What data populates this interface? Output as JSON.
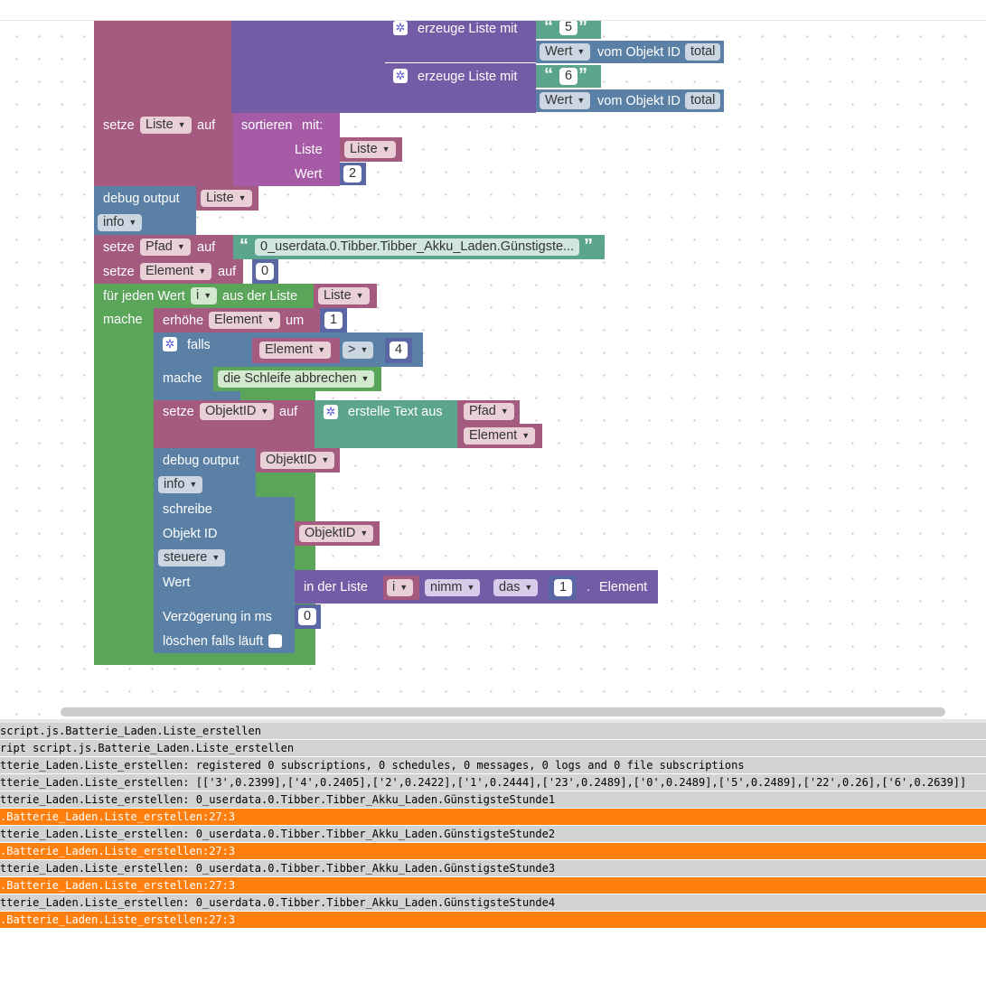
{
  "blocks": {
    "top": {
      "create1": "erzeuge Liste mit",
      "str5": "5",
      "wert1": "Wert",
      "vom1": "vom Objekt ID",
      "total1": "total",
      "create2": "erzeuge Liste mit",
      "str6": "6",
      "wert2": "Wert",
      "vom2": "vom Objekt ID",
      "total2": "total"
    },
    "set_list": {
      "setze": "setze",
      "var": "Liste",
      "auf": "auf",
      "sort": "sortieren",
      "mit": "mit:",
      "liste_label": "Liste",
      "liste_var": "Liste",
      "wert_label": "Wert",
      "wert_num": "2"
    },
    "debug1": {
      "label": "debug output",
      "var": "Liste",
      "level": "info"
    },
    "set_pfad": {
      "setze": "setze",
      "var": "Pfad",
      "auf": "auf",
      "text": "0_userdata.0.Tibber.Tibber_Akku_Laden.Günstigste..."
    },
    "set_element": {
      "setze": "setze",
      "var": "Element",
      "auf": "auf",
      "num": "0"
    },
    "foreach": {
      "label": "für jeden Wert",
      "var": "i",
      "aus": "aus der Liste",
      "list": "Liste",
      "mache": "mache"
    },
    "increment": {
      "label": "erhöhe",
      "var": "Element",
      "um": "um",
      "num": "1"
    },
    "if": {
      "falls": "falls",
      "var": "Element",
      "op": ">",
      "num": "4",
      "mache": "mache",
      "break": "die Schleife abbrechen"
    },
    "set_objekt": {
      "setze": "setze",
      "var": "ObjektID",
      "auf": "auf",
      "join": "erstelle Text aus",
      "item1": "Pfad",
      "item2": "Element"
    },
    "debug2": {
      "label": "debug output",
      "var": "ObjektID",
      "level": "info"
    },
    "write": {
      "schreibe": "schreibe",
      "objid_label": "Objekt ID",
      "objid_var": "ObjektID",
      "mode": "steuere",
      "wert_label": "Wert",
      "inlist": "in der Liste",
      "i": "i",
      "nimm": "nimm",
      "das": "das",
      "idx": "1",
      "dot": ".",
      "element": "Element",
      "delay_label": "Verzögerung in ms",
      "delay": "0",
      "clear_label": "löschen falls läuft"
    }
  },
  "log": [
    {
      "text": "script.js.Batterie_Laden.Liste_erstellen",
      "type": "info"
    },
    {
      "text": "ript script.js.Batterie_Laden.Liste_erstellen",
      "type": "info"
    },
    {
      "text": "tterie_Laden.Liste_erstellen: registered 0 subscriptions, 0 schedules, 0 messages, 0 logs and 0 file subscriptions",
      "type": "info"
    },
    {
      "text": "tterie_Laden.Liste_erstellen: [['3',0.2399],['4',0.2405],['2',0.2422],['1',0.2444],['23',0.2489],['0',0.2489],['5',0.2489],['22',0.26],['6',0.2639]]",
      "type": "info"
    },
    {
      "text": "tterie_Laden.Liste_erstellen: 0_userdata.0.Tibber.Tibber_Akku_Laden.GünstigsteStunde1",
      "type": "info"
    },
    {
      "text": ".Batterie_Laden.Liste_erstellen:27:3",
      "type": "warn"
    },
    {
      "text": "tterie_Laden.Liste_erstellen: 0_userdata.0.Tibber.Tibber_Akku_Laden.GünstigsteStunde2",
      "type": "info"
    },
    {
      "text": ".Batterie_Laden.Liste_erstellen:27:3",
      "type": "warn"
    },
    {
      "text": "tterie_Laden.Liste_erstellen: 0_userdata.0.Tibber.Tibber_Akku_Laden.GünstigsteStunde3",
      "type": "info"
    },
    {
      "text": ".Batterie_Laden.Liste_erstellen:27:3",
      "type": "warn"
    },
    {
      "text": "tterie_Laden.Liste_erstellen: 0_userdata.0.Tibber.Tibber_Akku_Laden.GünstigsteStunde4",
      "type": "info"
    },
    {
      "text": ".Batterie_Laden.Liste_erstellen:27:3",
      "type": "warn"
    }
  ],
  "colors": {
    "variables": "#a55b80",
    "lists": "#745ba5",
    "functions": "#a55ba5",
    "debug": "#5b80a5",
    "loops": "#5ba55b",
    "text": "#5ba58c",
    "math": "#5b67a5",
    "log_warn": "#ff7f0e",
    "log_info": "#d3d3d3"
  },
  "icons": {
    "mutator": "gear-icon",
    "dropdown": "dropdown-arrow-icon"
  }
}
